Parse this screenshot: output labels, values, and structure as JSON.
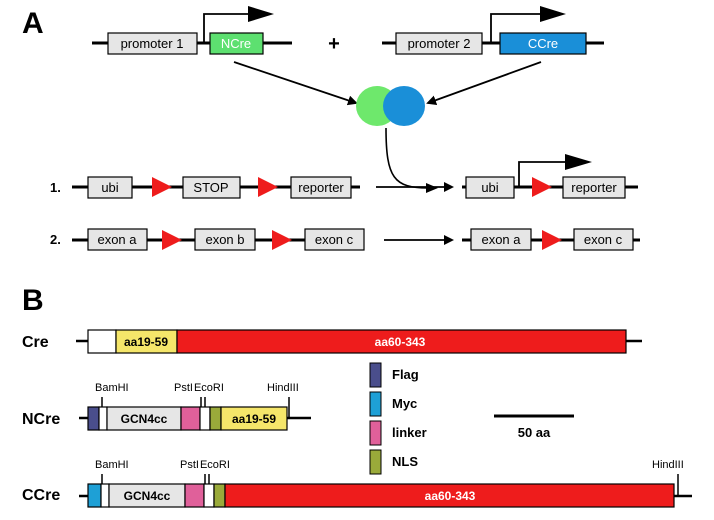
{
  "panel_a": {
    "label": "A",
    "plus": "+",
    "promoter1": "promoter 1",
    "ncre": "NCre",
    "promoter2": "promoter 2",
    "ccre": "CCre",
    "row1": {
      "num": "1.",
      "ubi": "ubi",
      "stop": "STOP",
      "reporter": "reporter",
      "result_ubi": "ubi",
      "result_reporter": "reporter"
    },
    "row2": {
      "num": "2.",
      "exon_a": "exon a",
      "exon_b": "exon b",
      "exon_c": "exon c",
      "result_exon_a": "exon a",
      "result_exon_c": "exon c"
    }
  },
  "panel_b": {
    "label": "B",
    "cre": {
      "name": "Cre",
      "seg_yellow": "aa19-59",
      "seg_red": "aa60-343"
    },
    "ncre": {
      "name": "NCre",
      "bamhi": "BamHI",
      "psti": "PstI",
      "ecori": "EcoRI",
      "hindiii": "HindIII",
      "gcn": "GCN4cc",
      "seg_yellow": "aa19-59"
    },
    "ccre": {
      "name": "CCre",
      "bamhi": "BamHI",
      "psti": "PstI",
      "ecori": "EcoRI",
      "hindiii": "HindIII",
      "gcn": "GCN4cc",
      "seg_red": "aa60-343"
    },
    "legend": [
      {
        "label": "Flag",
        "color": "#4a4e8c"
      },
      {
        "label": "Myc",
        "color": "#1ea0d6"
      },
      {
        "label": "linker",
        "color": "#e0609a"
      },
      {
        "label": "NLS",
        "color": "#9aaa3a"
      }
    ],
    "scale_bar": "50 aa"
  },
  "colors": {
    "ncre_green": "#5de070",
    "ccre_blue": "#1a8fd8",
    "cre_yellow": "#f5e66a",
    "cre_red": "#ee1c1c",
    "box_gray": "#e6e6e6",
    "loxp_red": "#ee1c1c"
  }
}
